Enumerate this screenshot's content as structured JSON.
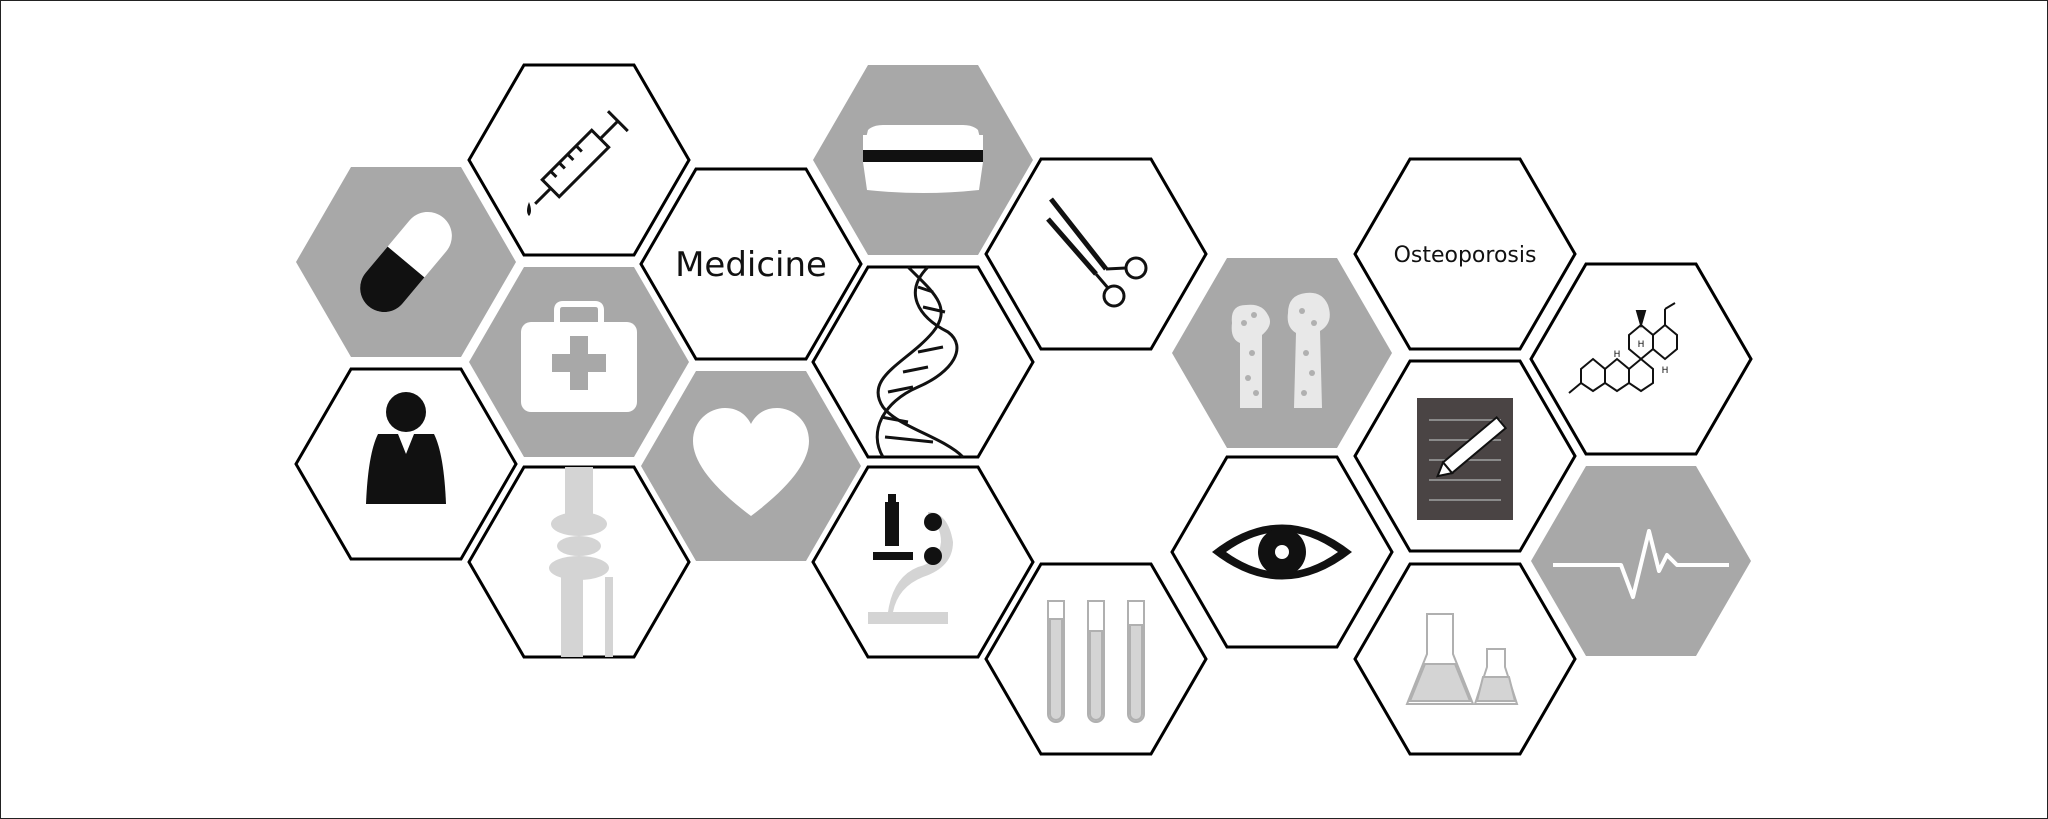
{
  "tiles": {
    "medicine_label": "Medicine",
    "osteoporosis_label": "Osteoporosis"
  },
  "colors": {
    "gray_fill": "#a8a8a8",
    "outline": "#000000",
    "icon_dark": "#111111",
    "icon_light": "#d4d4d4"
  },
  "icons": [
    "capsule-icon",
    "syringe-icon",
    "medicine-text",
    "nurse-cap-icon",
    "scissors-icon",
    "bones-icon",
    "osteoporosis-text",
    "steroid-molecule-icon",
    "first-aid-kit-icon",
    "heart-icon",
    "dna-icon",
    "doctor-icon",
    "knee-joint-icon",
    "microscope-icon",
    "test-tubes-icon",
    "eye-icon",
    "notepad-icon",
    "heartbeat-icon",
    "lab-flasks-icon"
  ]
}
